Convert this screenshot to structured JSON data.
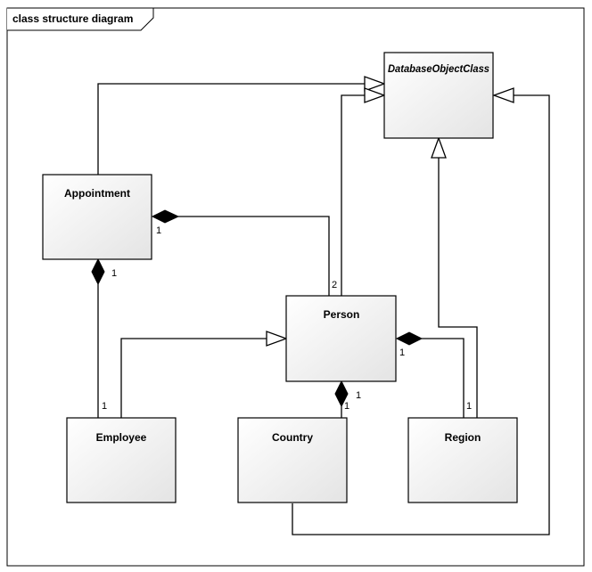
{
  "frame": {
    "title": "class structure diagram"
  },
  "classes": {
    "database_object_class": {
      "name": "DatabaseObjectClass",
      "abstract": true
    },
    "appointment": {
      "name": "Appointment"
    },
    "person": {
      "name": "Person"
    },
    "employee": {
      "name": "Employee"
    },
    "country": {
      "name": "Country"
    },
    "region": {
      "name": "Region"
    }
  },
  "relations": {
    "generalizations": [
      {
        "from": "Appointment",
        "to": "DatabaseObjectClass"
      },
      {
        "from": "Person",
        "to": "DatabaseObjectClass"
      },
      {
        "from": "Region",
        "to": "DatabaseObjectClass"
      },
      {
        "from": "Country",
        "to": "DatabaseObjectClass"
      },
      {
        "from": "Employee",
        "to": "Person"
      }
    ],
    "compositions": [
      {
        "whole": "Appointment",
        "part": "Person",
        "whole_mult": "1",
        "part_mult": "2"
      },
      {
        "whole": "Appointment",
        "part": "Employee",
        "whole_mult": "1",
        "part_mult": "1"
      },
      {
        "whole": "Person",
        "part": "Country",
        "whole_mult": "1",
        "part_mult": "1"
      },
      {
        "whole": "Person",
        "part": "Region",
        "whole_mult": "1",
        "part_mult": "1"
      }
    ]
  },
  "colors": {
    "class_fill_start": "#ffffff",
    "class_fill_end": "#e4e4e4",
    "line": "#000000",
    "background": "#ffffff"
  }
}
